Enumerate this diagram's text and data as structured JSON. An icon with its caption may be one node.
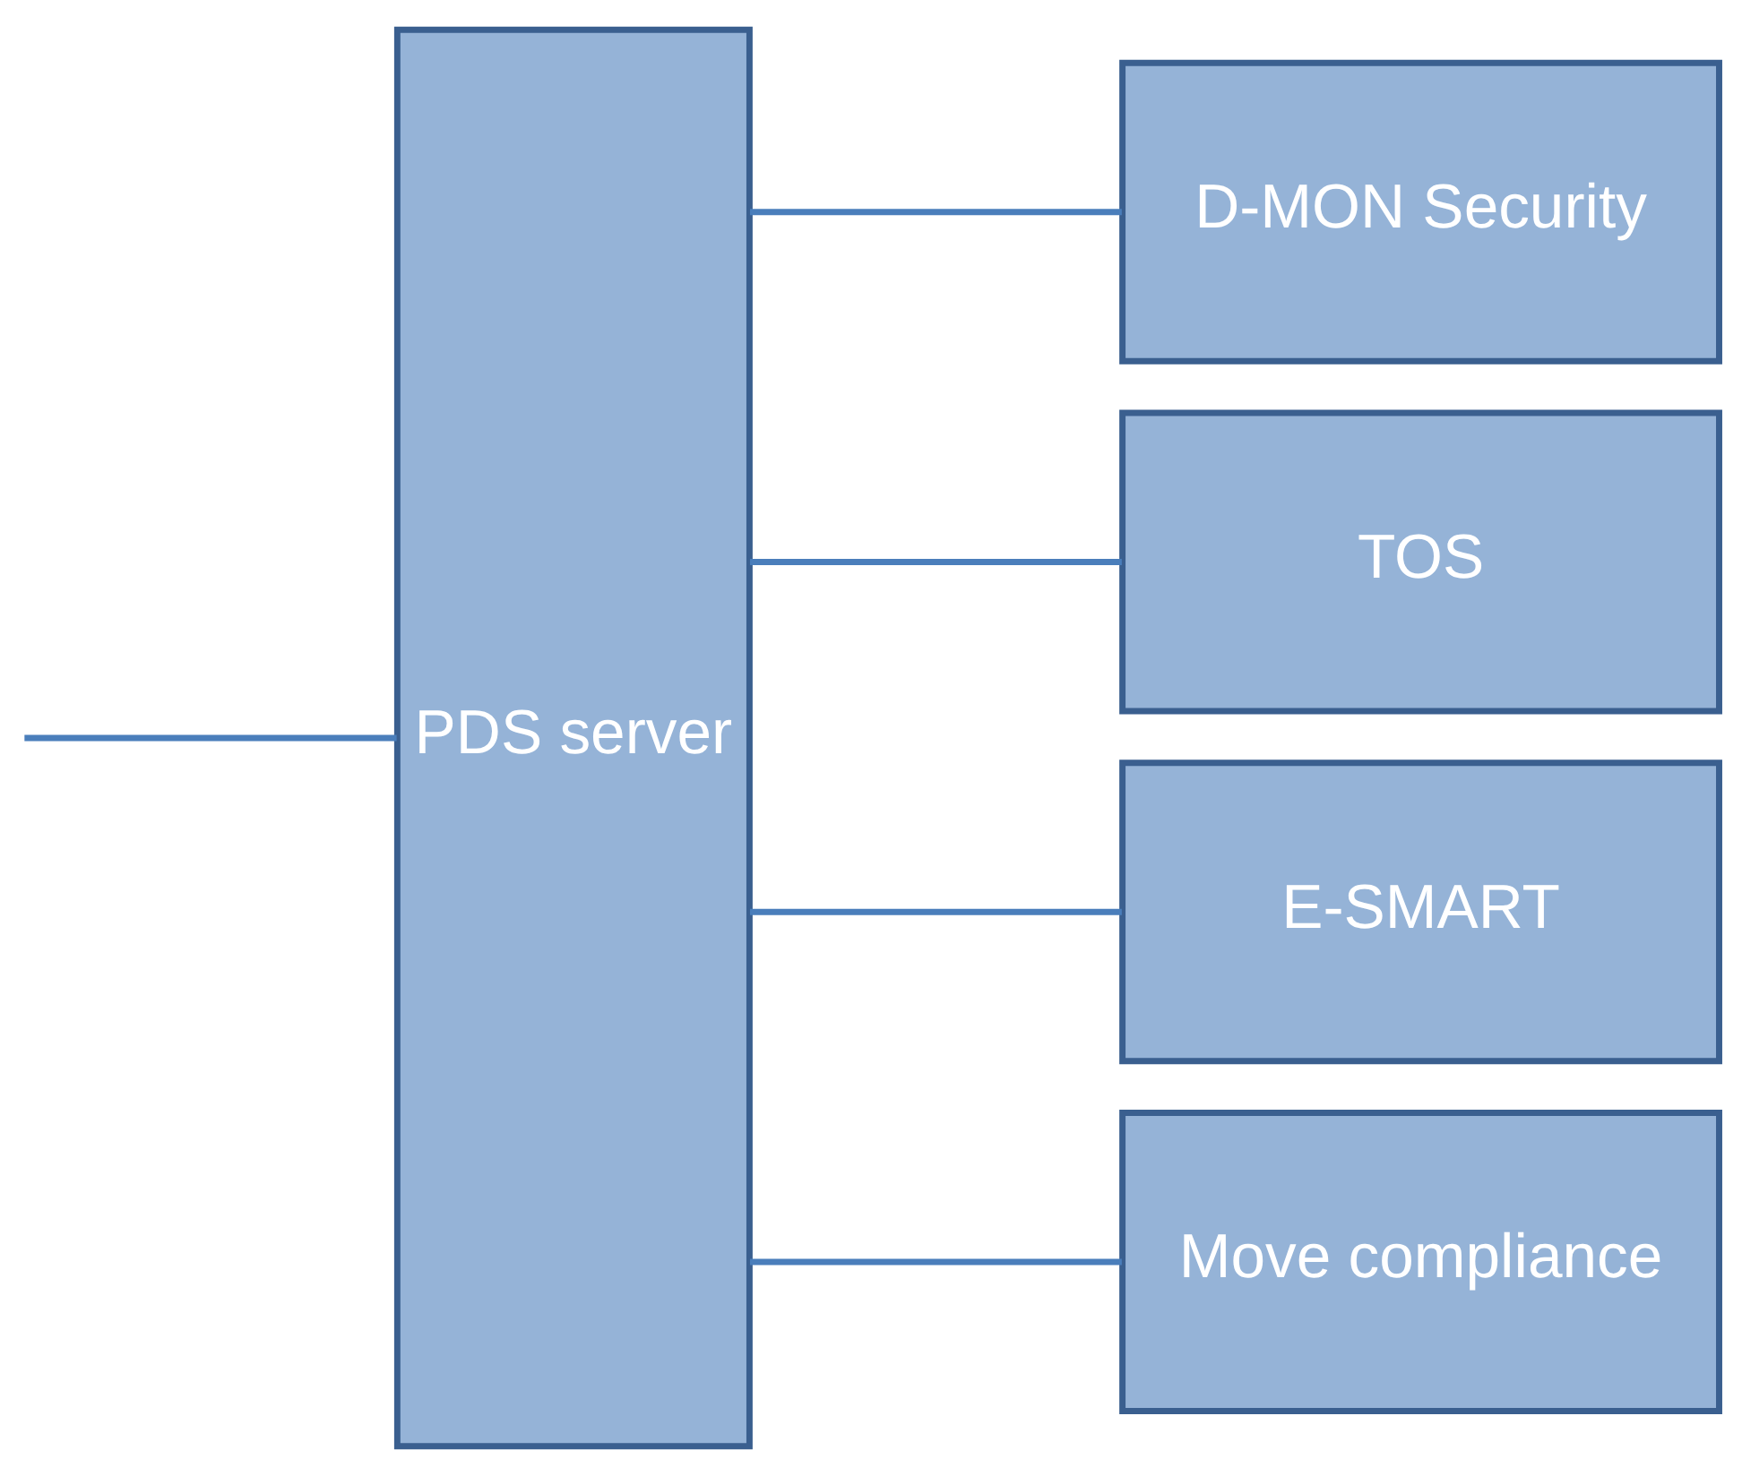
{
  "diagram": {
    "nodes": [
      {
        "text": [
          "PDS server"
        ]
      },
      {
        "text": [
          "D-MON Security"
        ]
      },
      {
        "text": [
          "TOS"
        ]
      },
      {
        "text": [
          "E-SMART"
        ]
      },
      {
        "text": [
          "Move compliance"
        ]
      }
    ],
    "edges": [
      {
        "from": null,
        "to": 0,
        "arrow": "none"
      },
      {
        "from": 0,
        "to": 1,
        "arrow": "none"
      },
      {
        "from": 0,
        "to": 2,
        "arrow": "none"
      },
      {
        "from": 0,
        "to": 3,
        "arrow": "none"
      },
      {
        "from": 0,
        "to": 4,
        "arrow": "none"
      }
    ]
  }
}
